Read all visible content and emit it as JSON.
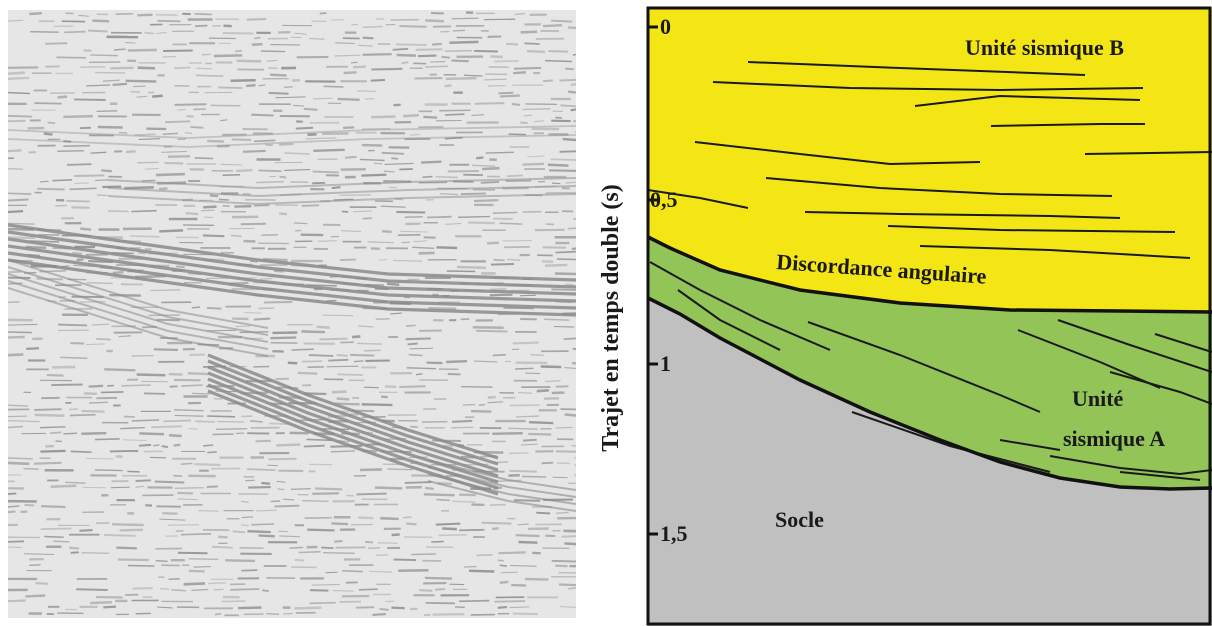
{
  "figure": {
    "seismic_panel": {
      "description_name": "seismic-profile"
    },
    "interpretation_panel": {
      "axis": {
        "title": "Trajet en temps double (s)",
        "ticks": [
          {
            "value": 0,
            "label": "0"
          },
          {
            "value": 0.5,
            "label": "0,5"
          },
          {
            "value": 1,
            "label": "1"
          },
          {
            "value": 1.5,
            "label": "1,5"
          }
        ]
      },
      "labels": {
        "unit_b": "Unité sismique B",
        "unconformity": "Discordance angulaire",
        "unit_a_line1": "Unité",
        "unit_a_line2": "sismique A",
        "basement": "Socle"
      },
      "colors": {
        "unit_b": "#f4e614",
        "unit_a": "#92c457",
        "basement": "#c0c0c0",
        "seismic_light": "#e6e6e6",
        "seismic_dark": "#8a8a8a"
      }
    }
  }
}
